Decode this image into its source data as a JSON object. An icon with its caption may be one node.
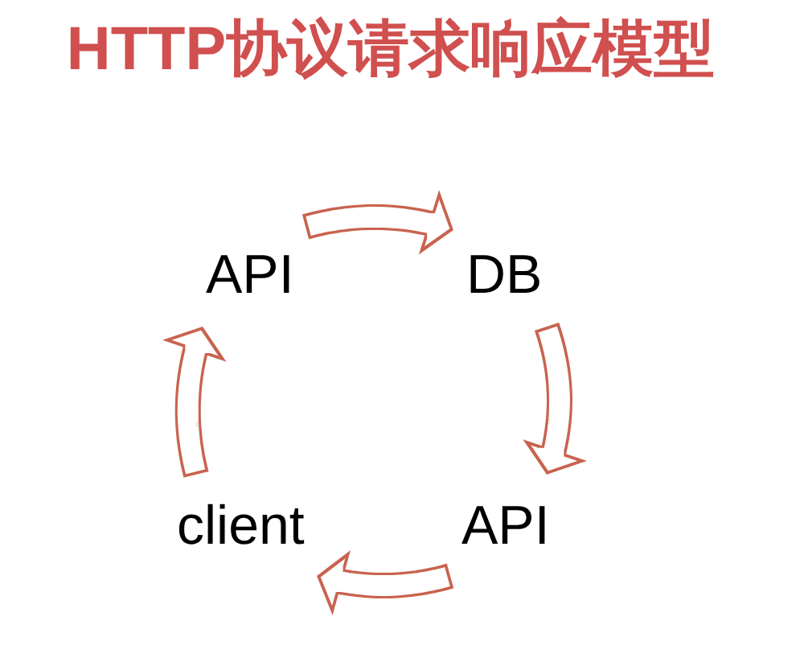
{
  "diagram": {
    "title": "HTTP协议请求响应模型",
    "nodes": [
      {
        "text": [
          "API"
        ]
      },
      {
        "text": [
          "DB"
        ]
      },
      {
        "text": [
          "API"
        ]
      },
      {
        "text": [
          "client"
        ]
      }
    ],
    "edges": [
      {
        "from": 0,
        "to": 1,
        "arrow": "to"
      },
      {
        "from": 1,
        "to": 2,
        "arrow": "to"
      },
      {
        "from": 2,
        "to": 3,
        "arrow": "to"
      },
      {
        "from": 3,
        "to": 0,
        "arrow": "to"
      }
    ]
  }
}
